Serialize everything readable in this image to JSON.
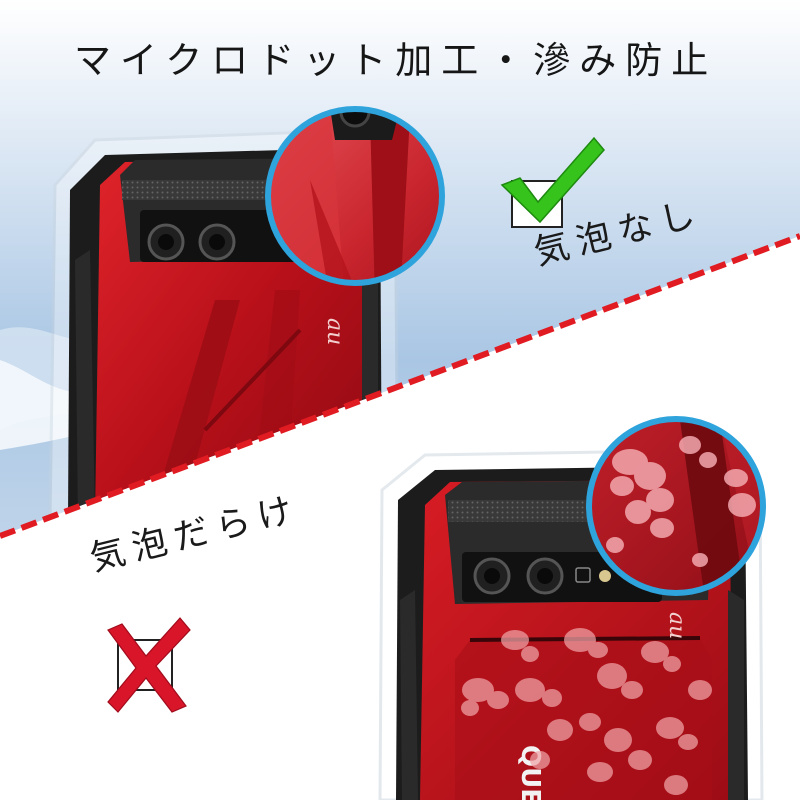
{
  "headline": "マイクロドット加工・滲み防止",
  "good_label": "気泡なし",
  "bad_label": "気泡だらけ",
  "brand_text": "QUE",
  "carrier_text": "au",
  "colors": {
    "case_red": "#c8141c",
    "divider_red": "#e11b22",
    "check_green": "#34c21c",
    "cross_red": "#d9152a",
    "lens_ring": "#2ea3dc",
    "sky_blue": "#8fb4d8"
  },
  "icons": {
    "good": "check-mark-icon",
    "bad": "cross-mark-icon"
  }
}
